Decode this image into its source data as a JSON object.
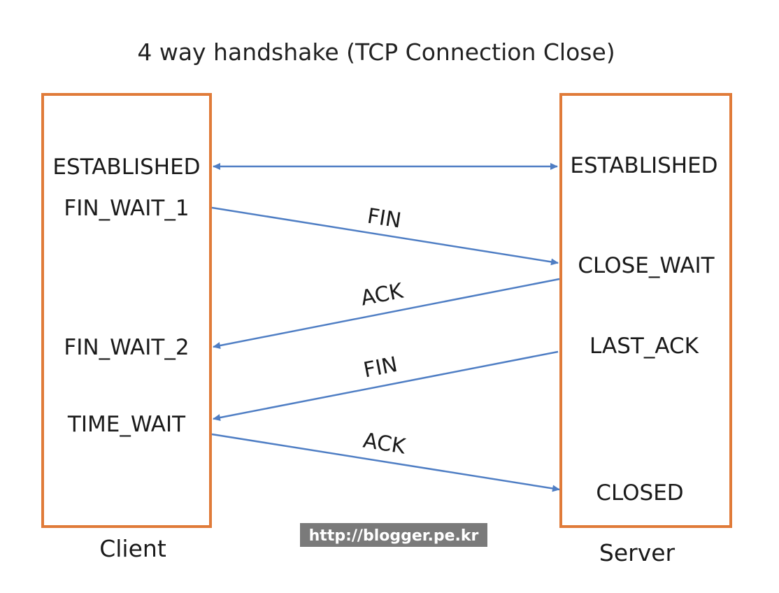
{
  "title": "4 way handshake (TCP Connection Close)",
  "colors": {
    "box_border": "#E07B39",
    "arrow": "#4F7EC4",
    "text": "#1a1a1a",
    "watermark_bg": "#7a7a7a"
  },
  "client": {
    "label": "Client",
    "states": {
      "established": "ESTABLISHED",
      "fin_wait_1": "FIN_WAIT_1",
      "fin_wait_2": "FIN_WAIT_2",
      "time_wait": "TIME_WAIT"
    }
  },
  "server": {
    "label": "Server",
    "states": {
      "established": "ESTABLISHED",
      "close_wait": "CLOSE_WAIT",
      "last_ack": "LAST_ACK",
      "closed": "CLOSED"
    }
  },
  "messages": {
    "fin_1": "FIN",
    "ack_1": "ACK",
    "fin_2": "FIN",
    "ack_2": "ACK"
  },
  "watermark": "http://blogger.pe.kr"
}
